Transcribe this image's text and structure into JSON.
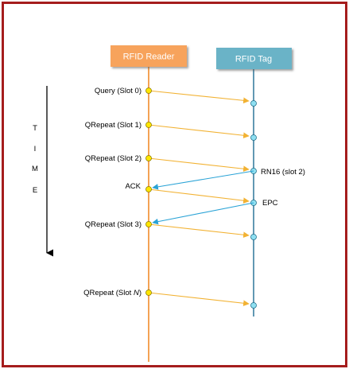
{
  "reader": {
    "label": "RFID Reader",
    "fill": "#f7a35c",
    "line_color": "#f28a2a"
  },
  "tag": {
    "label": "RFID Tag",
    "fill": "#6bb3c7",
    "line_color": "#3a7ea0"
  },
  "arrow_colors": {
    "reader_to_tag": "#f2b233",
    "tag_to_reader": "#2aa3d6"
  },
  "time_axis": {
    "letters": [
      "T",
      "I",
      "M",
      "E"
    ]
  },
  "reader_messages": [
    {
      "label": "Query (Slot 0)"
    },
    {
      "label": "QRepeat (Slot 1)"
    },
    {
      "label": "QRepeat (Slot 2)"
    },
    {
      "label": "ACK"
    },
    {
      "label": "QRepeat (Slot 3)"
    },
    {
      "label": "QRepeat (Slot N)"
    }
  ],
  "tag_messages": [
    {
      "label": "RN16 (slot 2)"
    },
    {
      "label": "EPC"
    }
  ]
}
